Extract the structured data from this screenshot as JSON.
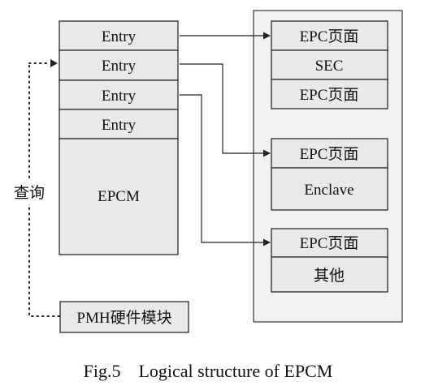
{
  "epcm": {
    "entries": [
      "Entry",
      "Entry",
      "Entry",
      "Entry"
    ],
    "label": "EPCM"
  },
  "pages": {
    "group1": [
      "EPC页面",
      "SEC",
      "EPC页面"
    ],
    "group2": [
      "EPC页面",
      "Enclave"
    ],
    "group3": [
      "EPC页面",
      "其他"
    ]
  },
  "query_label": "查询",
  "pmh_label": "PMH硬件模块",
  "caption": "Fig.5    Logical structure of EPCM"
}
